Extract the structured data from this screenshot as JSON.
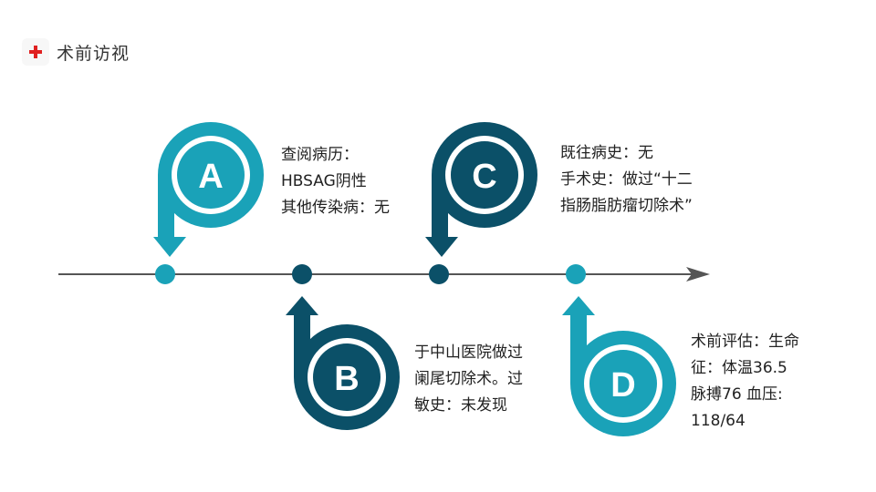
{
  "header": {
    "title": "术前访视",
    "icon": "red-cross-icon"
  },
  "colors": {
    "teal": "#1aa2b8",
    "dark": "#0b5068",
    "axis": "#555555"
  },
  "steps": [
    {
      "letter": "A",
      "lines": [
        "查阅病历：",
        "HBSAG阴性",
        "其他传染病：无"
      ]
    },
    {
      "letter": "B",
      "lines": [
        "于中山医院做过",
        "阑尾切除术。过",
        "敏史：未发现"
      ]
    },
    {
      "letter": "C",
      "lines": [
        "既往病史：无",
        "手术史：做过“十二",
        "指肠脂肪瘤切除术”"
      ]
    },
    {
      "letter": "D",
      "lines": [
        "术前评估：生命",
        "征：体温36.5",
        "脉搏76 血压:",
        "118/64"
      ]
    }
  ]
}
